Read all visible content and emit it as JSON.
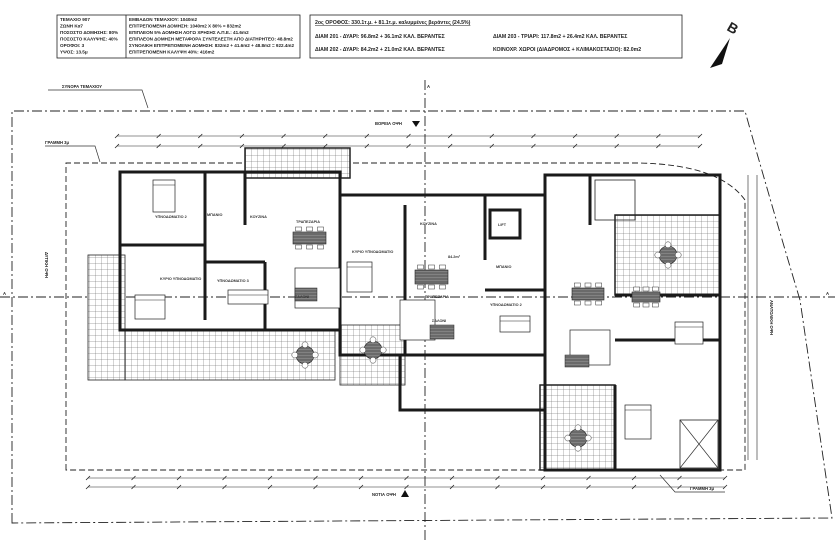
{
  "header_left": {
    "col1": [
      "ΤΕΜΑΧΙΟ 907",
      "ΖΩΝΗ Κα7",
      "ΠΟΣΟΣΤΟ ΔΟΜΗΣΗΣ: 80%",
      "ΠΟΣΟΣΤΟ ΚΑΛΥΨΗΣ: 40%",
      "ΟΡΟΦΟΙ: 3",
      "ΥΨΟΣ: 13.5μ"
    ],
    "col2": [
      "ΕΜΒΑΔΟΝ ΤΕΜΑΧΙΟΥ: 1040m2",
      "ΕΠΙΤΡΕΠΟΜΕΝΗ ΔΟΜΗΣΗ: 1040m2 X 80% = 832m2",
      "ΕΠΙΠΛΕΟΝ 5% ΔΟΜΗΣΗ ΛΟΓΩ ΧΡΗΣΗΣ Α.Π.Ε.: 41.6m2",
      "ΕΠΙΠΛΕΟΝ ΔΟΜΗΣΗ ΜΕΤΑΦΟΡΑ ΣΥΝΤΕΛΕΣΤΗ ΑΠΟ ΔΙΑΤΗΡΗΤΕΟ: 48.8m2",
      "ΣΥΝΟΛΙΚΗ ΕΠΙΤΡΕΠΟΜΕΝΗ ΔΟΜΗΣΗ: 832m2 + 41.6m2 + 48.8m2 = 922.4m2",
      "ΕΠΙΤΡΕΠΟΜΕΝΗ ΚΑΛΥΨΗ 40%: 416m2"
    ]
  },
  "header_right": {
    "title": "2ος ΟΡΟΦΟΣ: 330.1τ.μ. + 81.1τ.μ. καλυμμένες βεράντες (24.5%)",
    "rows": [
      "ΔΙΑΜ 201 - ΔΥΑΡΙ: 96.8m2 + 36.1m2 ΚΑΛ. ΒΕΡΑΝΤΕΣ",
      "ΔΙΑΜ 203 - ΤΡΙΑΡΙ: 117.8m2 + 26.4m2 ΚΑΛ. ΒΕΡΑΝΤΕΣ",
      "ΔΙΑΜ 202 - ΔΥΑΡΙ: 84.2m2 + 21.0m2 ΚΑΛ. ΒΕΡΑΝΤΕΣ",
      "ΚΟΙΝΟΧΡ. ΧΩΡΟΙ (ΔΙΑΔΡΟΜΟΣ + ΚΛΙΜΑΚΟΣΤΑΣΙΟ): 82.0m2"
    ]
  },
  "north_arrow": {
    "letter": "B",
    "icon": "north-arrow-icon"
  },
  "annotations": {
    "plot_boundary": "ΣΥΝΟΡΑ ΤΕΜΑΧΙΟΥ",
    "setback_top": "ΓΡΑΜΜΗ 3μ",
    "setback_bottom": "ΓΡΑΜΜΗ 3μ",
    "north_view": "ΒΟΡΕΙΑ ΟΨΗ",
    "south_view": "ΝΟΤΙΑ ΟΨΗ",
    "west_view": "ΔΥΤΙΚΗ ΟΨΗ",
    "east_view": "ΑΝΑΤΟΛΙΚΗ ΟΨΗ",
    "section_mark": "A"
  },
  "rooms": {
    "bedroom2_a": "ΥΠΝΟΔΩΜΑΤΙΟ 2",
    "bath_a": "ΜΠΑΝΙΟ",
    "kitchen_a": "ΚΟΥΖΙΝΑ",
    "dining_a": "ΤΡΑΠΕΖΑΡΙΑ",
    "master_a": "ΚΥΡΙΟ ΥΠΝΟΔΩΜΑΤΙΟ",
    "bedroom3_a": "ΥΠΝΟΔΩΜΑΤΙΟ 3",
    "living_a": "ΣΑΛΟΝΙ",
    "kitchen_b": "ΚΟΥΖΙΝΑ",
    "master_b": "ΚΥΡΙΟ ΥΠΝΟΔΩΜΑΤΙΟ",
    "dining_b": "ΤΡΑΠΕΖΑΡΙΑ",
    "living_b": "ΣΑΛΟΝΙ",
    "lift": "LIFT",
    "bath_b": "ΜΠΑΝΙΟ",
    "bedroom2_b": "ΥΠΝΟΔΩΜΑΤΙΟ 2",
    "area_b": "84.2m²"
  }
}
